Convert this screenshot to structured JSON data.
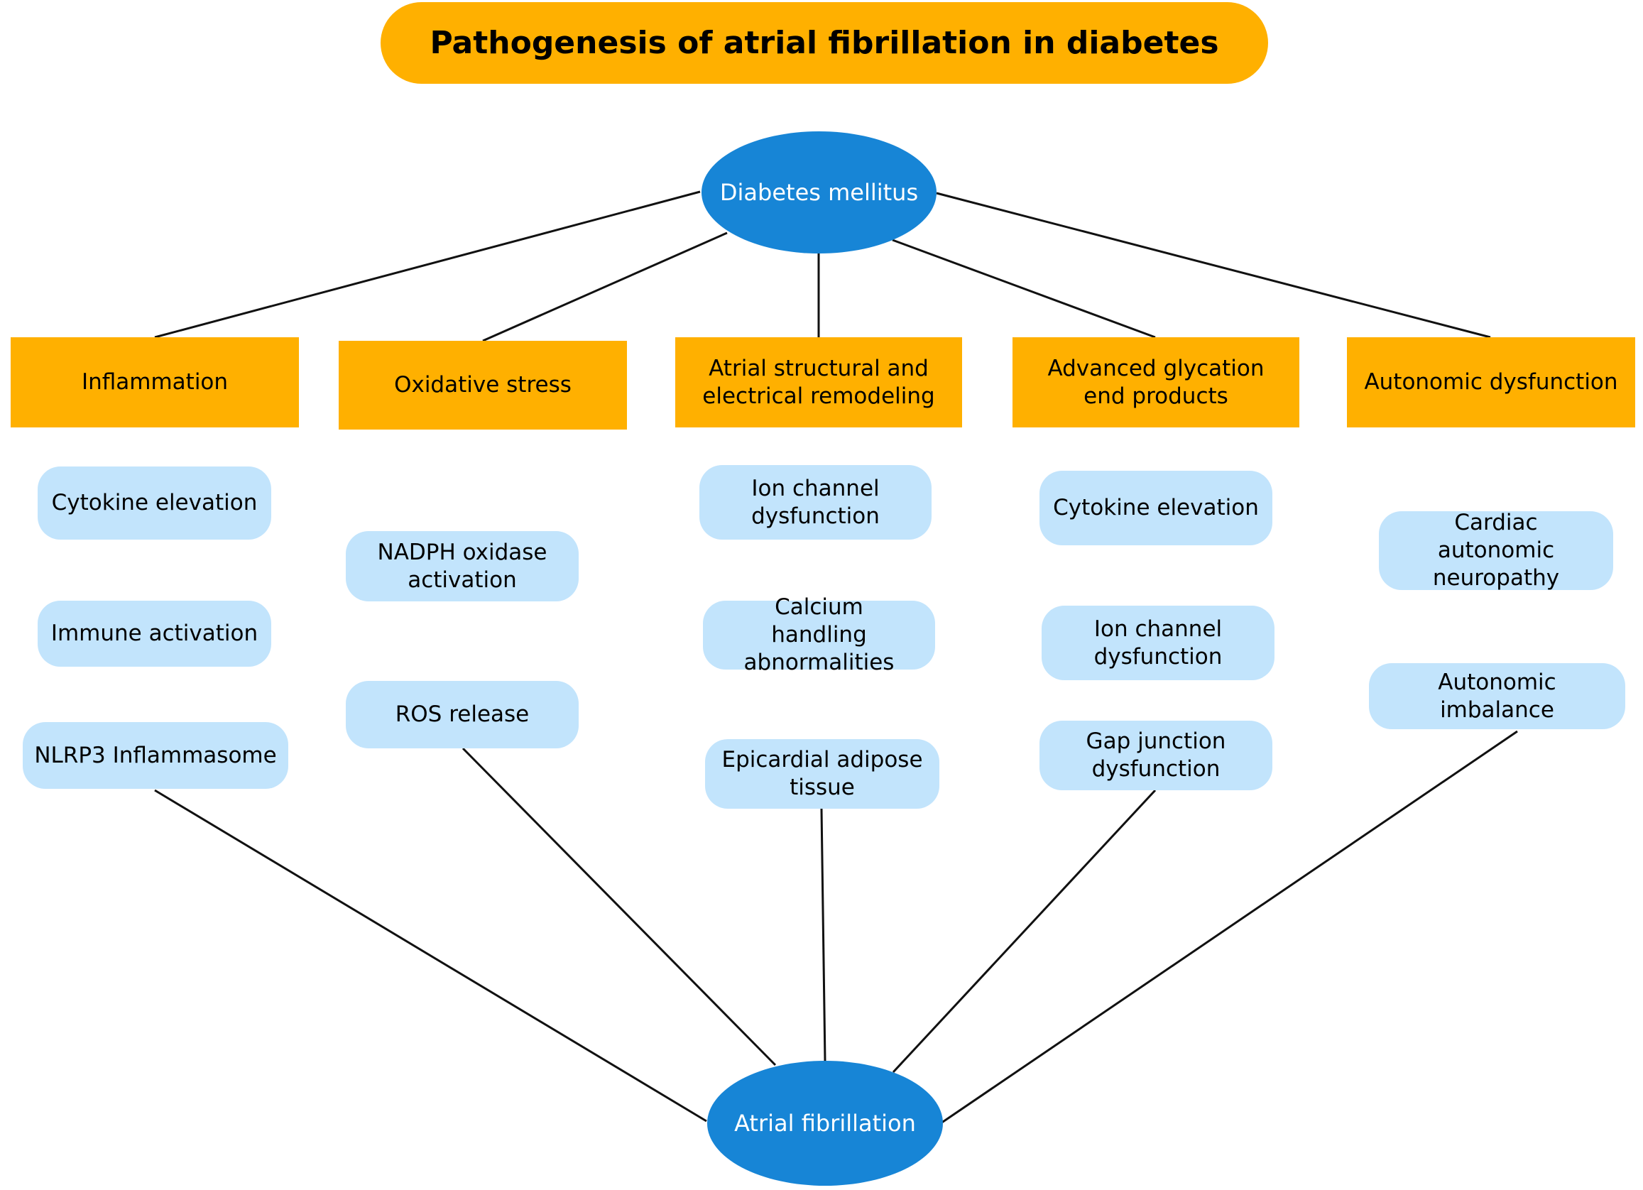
{
  "title": "Pathogenesis of atrial fibrillation in diabetes",
  "colors": {
    "title_fill": "#FFB000",
    "category_fill": "#FFB000",
    "ellipse_fill": "#1785D6",
    "subitem_fill": "#C2E4FC",
    "line": "#111111"
  },
  "source_node": "Diabetes mellitus",
  "target_node": "Atrial fibrillation",
  "categories": [
    {
      "label": "Inflammation",
      "items": [
        "Cytokine elevation",
        "Immune activation",
        "NLRP3 Inflammasome"
      ]
    },
    {
      "label": "Oxidative stress",
      "items": [
        "NADPH oxidase activation",
        "ROS release"
      ]
    },
    {
      "label": "Atrial structural and electrical remodeling",
      "items": [
        "Ion channel dysfunction",
        "Calcium handling abnormalities",
        "Epicardial adipose tissue"
      ]
    },
    {
      "label": "Advanced glycation end products",
      "items": [
        "Cytokine elevation",
        "Ion channel dysfunction",
        "Gap junction dysfunction"
      ]
    },
    {
      "label": "Autonomic dysfunction",
      "items": [
        "Cardiac autonomic neuropathy",
        "Autonomic imbalance"
      ]
    }
  ]
}
